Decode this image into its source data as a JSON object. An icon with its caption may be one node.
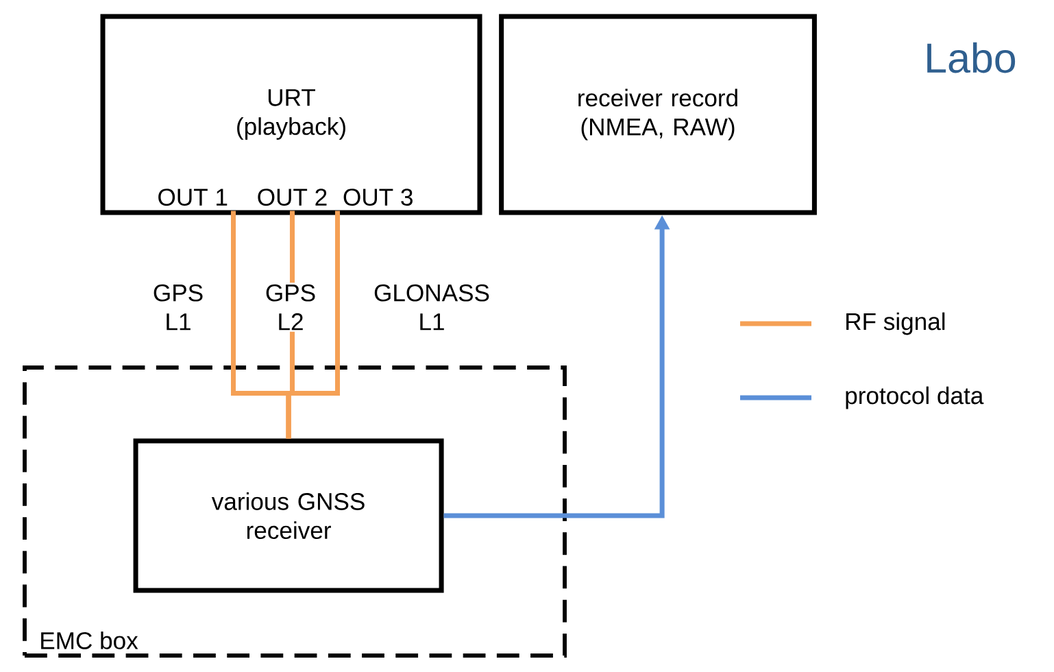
{
  "diagram": {
    "nodes": [
      {
        "text": [
          "URT (playback)"
        ]
      },
      {
        "text": [
          "OUT 1"
        ],
        "in": 0
      },
      {
        "text": [
          "OUT 2"
        ],
        "in": 0
      },
      {
        "text": [
          "OUT 3"
        ],
        "in": 0
      },
      {
        "text": [
          "receiver record (NMEA, RAW)"
        ]
      },
      {
        "text": [
          "EMC box"
        ]
      },
      {
        "text": [
          "various GNSS receiver"
        ],
        "in": 5
      }
    ],
    "edges": [
      {
        "from": 1,
        "to": 6,
        "arrow": "none",
        "label": "GPS L1",
        "color": "#f5a055"
      },
      {
        "from": 2,
        "to": 6,
        "arrow": "none",
        "label": "GPS L2",
        "color": "#f5a055"
      },
      {
        "from": 3,
        "to": 6,
        "arrow": "none",
        "label": "GLONASS L1",
        "color": "#f5a055"
      },
      {
        "from": 6,
        "to": 4,
        "arrow": "to",
        "color": "#5b8fd8"
      }
    ],
    "labels": [
      "Labo"
    ],
    "legend": [
      {
        "text": "RF signal"
      },
      {
        "text": "protocol data"
      }
    ]
  }
}
